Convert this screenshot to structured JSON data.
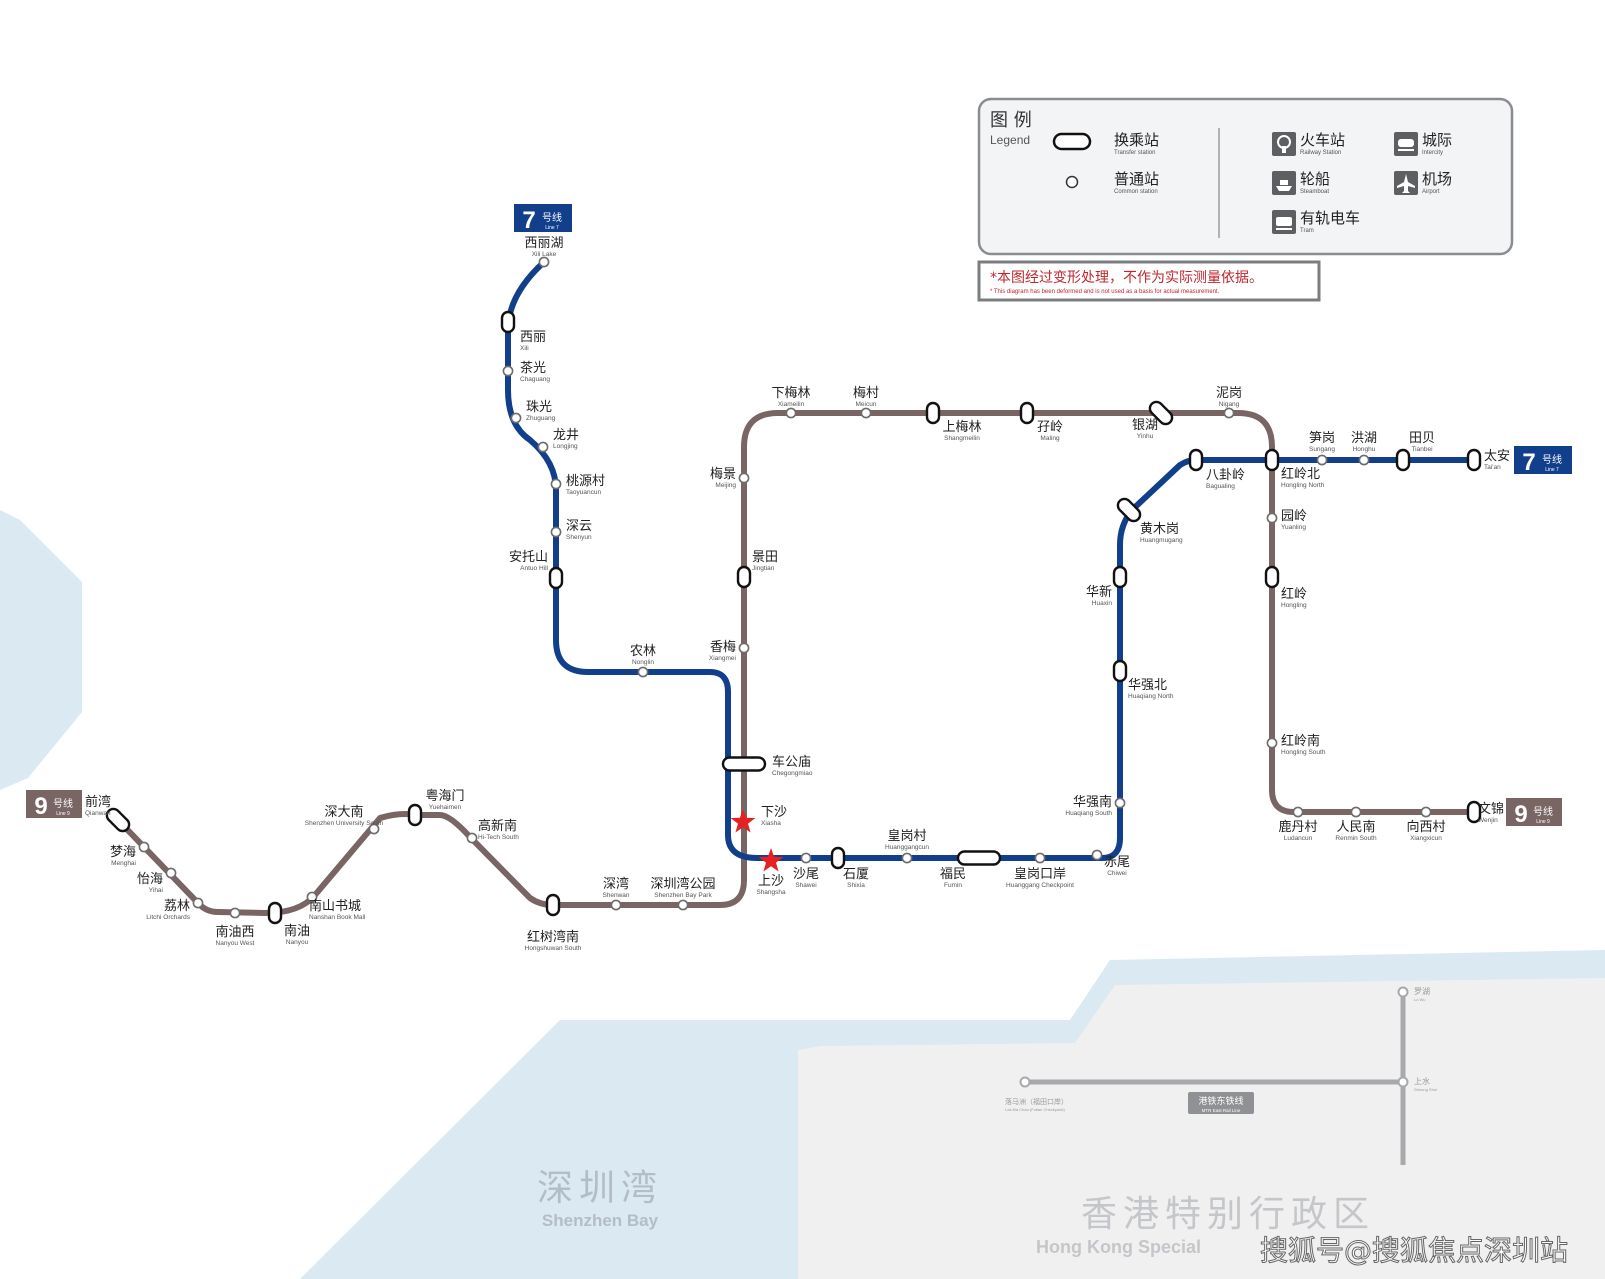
{
  "colors": {
    "line7": "#123f8c",
    "line9": "#7a6565",
    "water": "#dbe9f3",
    "hk_land": "#f0f0f1",
    "star": "#e52222",
    "warning_text": "#c0272d"
  },
  "legend": {
    "title_zh": "图 例",
    "title_en": "Legend",
    "transfer_zh": "换乘站",
    "transfer_en": "Transfer station",
    "common_zh": "普通站",
    "common_en": "Common station",
    "railway_zh": "火车站",
    "railway_en": "Railway Station",
    "intercity_zh": "城际",
    "intercity_en": "Intercity",
    "steamboat_zh": "轮船",
    "steamboat_en": "Steamboat",
    "airport_zh": "机场",
    "airport_en": "Airport",
    "tram_zh": "有轨电车",
    "tram_en": "Tram",
    "icons": [
      "railway-station-icon",
      "intercity-icon",
      "steamboat-icon",
      "airport-icon",
      "tram-icon"
    ]
  },
  "note": {
    "zh": "*本图经过变形处理，不作为实际测量依据。",
    "en": "* This diagram has been deformed and is not used as a basis for actual measurement."
  },
  "badges": {
    "line7_top": {
      "num": "7",
      "zh": "号线",
      "en": "Line 7"
    },
    "line7_right": {
      "num": "7",
      "zh": "号线",
      "en": "Line 7"
    },
    "line9_left": {
      "num": "9",
      "zh": "号线",
      "en": "Line 9"
    },
    "line9_right": {
      "num": "9",
      "zh": "号线",
      "en": "Line 9"
    }
  },
  "stations": {
    "xilihu": {
      "zh": "西丽湖",
      "en": "Xili Lake"
    },
    "xili": {
      "zh": "西丽",
      "en": "Xili"
    },
    "chaguang": {
      "zh": "茶光",
      "en": "Chaguang"
    },
    "zhuguang": {
      "zh": "珠光",
      "en": "Zhuguang"
    },
    "longjing": {
      "zh": "龙井",
      "en": "Longjing"
    },
    "taoyuancun": {
      "zh": "桃源村",
      "en": "Taoyuancun"
    },
    "shenyun": {
      "zh": "深云",
      "en": "Shenyun"
    },
    "antuoshan": {
      "zh": "安托山",
      "en": "Antuo Hill"
    },
    "nonglin": {
      "zh": "农林",
      "en": "Nonglin"
    },
    "chegongmiao": {
      "zh": "车公庙",
      "en": "Chegongmiao"
    },
    "xiasha": {
      "zh": "下沙",
      "en": "Xiasha"
    },
    "shangsha": {
      "zh": "上沙",
      "en": "Shangsha"
    },
    "shawei": {
      "zh": "沙尾",
      "en": "Shawei"
    },
    "shixia": {
      "zh": "石厦",
      "en": "Shixia"
    },
    "huanggangcun": {
      "zh": "皇岗村",
      "en": "Huanggangcun"
    },
    "fumin": {
      "zh": "福民",
      "en": "Fumin"
    },
    "huanggangkouan": {
      "zh": "皇岗口岸",
      "en": "Huanggang Checkpoint"
    },
    "chiwei": {
      "zh": "赤尾",
      "en": "Chiwei"
    },
    "huaqiangnan": {
      "zh": "华强南",
      "en": "Huaqiang South"
    },
    "huaqiangbei": {
      "zh": "华强北",
      "en": "Huaqiang North"
    },
    "huaxin": {
      "zh": "华新",
      "en": "Huaxin"
    },
    "huangmugang": {
      "zh": "黄木岗",
      "en": "Huangmugang"
    },
    "bagualing": {
      "zh": "八卦岭",
      "en": "Bagualing"
    },
    "honglingbei": {
      "zh": "红岭北",
      "en": "Hongling North"
    },
    "sungang": {
      "zh": "笋岗",
      "en": "Sungang"
    },
    "honghu": {
      "zh": "洪湖",
      "en": "Honghu"
    },
    "tianbei": {
      "zh": "田贝",
      "en": "Tianbei"
    },
    "taian": {
      "zh": "太安",
      "en": "Tai'an"
    },
    "qianwan": {
      "zh": "前湾",
      "en": "Qianwan"
    },
    "menghai": {
      "zh": "梦海",
      "en": "Menghai"
    },
    "yihai": {
      "zh": "怡海",
      "en": "Yihai"
    },
    "lizhilin": {
      "zh": "荔林",
      "en": "Litchi Orchards"
    },
    "nanyouxi": {
      "zh": "南油西",
      "en": "Nanyou West"
    },
    "nanyou": {
      "zh": "南油",
      "en": "Nanyou"
    },
    "nanshanshucheng": {
      "zh": "南山书城",
      "en": "Nanshan Book Mall"
    },
    "shendanan": {
      "zh": "深大南",
      "en": "Shenzhen University South"
    },
    "yuehaimen": {
      "zh": "粤海门",
      "en": "Yuehaimen"
    },
    "gaoxinnan": {
      "zh": "高新南",
      "en": "Hi-Tech South"
    },
    "hongshuwannan": {
      "zh": "红树湾南",
      "en": "Hongshuwan South"
    },
    "shenwan": {
      "zh": "深湾",
      "en": "Shenwan"
    },
    "shenzhenwangongyuan": {
      "zh": "深圳湾公园",
      "en": "Shenzhen Bay Park"
    },
    "xiangmei": {
      "zh": "香梅",
      "en": "Xiangmei"
    },
    "jingtian": {
      "zh": "景田",
      "en": "Jingtian"
    },
    "meijing": {
      "zh": "梅景",
      "en": "Meijing"
    },
    "xiameilin": {
      "zh": "下梅林",
      "en": "Xiameilin"
    },
    "meicun": {
      "zh": "梅村",
      "en": "Meicun"
    },
    "shangmeilin": {
      "zh": "上梅林",
      "en": "Shangmeilin"
    },
    "maling": {
      "zh": "孖岭",
      "en": "Maling"
    },
    "yinhu": {
      "zh": "银湖",
      "en": "Yinhu"
    },
    "nigang": {
      "zh": "泥岗",
      "en": "Nigang"
    },
    "yuanling": {
      "zh": "园岭",
      "en": "Yuanling"
    },
    "hongling": {
      "zh": "红岭",
      "en": "Hongling"
    },
    "honglingnan": {
      "zh": "红岭南",
      "en": "Hongling South"
    },
    "ludancun": {
      "zh": "鹿丹村",
      "en": "Ludancun"
    },
    "renminnan": {
      "zh": "人民南",
      "en": "Renmin South"
    },
    "xiangxicun": {
      "zh": "向西村",
      "en": "Xiangxicun"
    },
    "wenjin": {
      "zh": "文锦",
      "en": "Wenjin"
    }
  },
  "areas": {
    "shenzhen_bay_zh": "深圳湾",
    "shenzhen_bay_en": "Shenzhen Bay",
    "hk_zh": "香港特别行政区",
    "hk_en": "Hong Kong Special"
  },
  "hk_rail": {
    "line_label": "港铁东铁线",
    "line_label_en": "MTR East Rail Line",
    "luohu": "罗湖",
    "luohu_en": "Lo Wu",
    "shangshui": "上水",
    "shangshui_en": "Sheung Shui",
    "lokmachau": "落马洲（福田口岸）",
    "lokmachau_en": "Lok Ma Chau (Futian Checkpoint)"
  },
  "watermark": "搜狐号@搜狐焦点深圳站"
}
